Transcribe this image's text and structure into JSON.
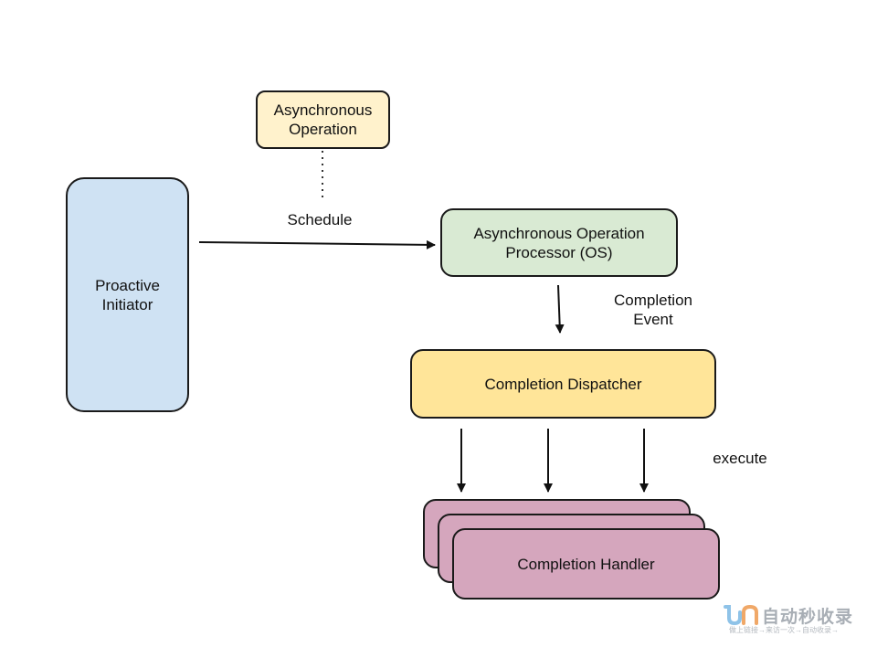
{
  "nodes": {
    "async_operation": {
      "label": "Asynchronous\nOperation",
      "fill": "#fff2cc"
    },
    "proactive_initiator": {
      "label": "Proactive\nInitiator",
      "fill": "#cfe2f3"
    },
    "processor": {
      "label": "Asynchronous Operation\nProcessor (OS)",
      "fill": "#d9ead3"
    },
    "dispatcher": {
      "label": "Completion Dispatcher",
      "fill": "#ffe599"
    },
    "handler": {
      "label": "Completion Handler",
      "fill": "#d5a6bd"
    }
  },
  "edges": {
    "schedule": "Schedule",
    "completion_event": "Completion\nEvent",
    "execute": "execute"
  },
  "watermark": {
    "title": "自动秒收录",
    "subtitle": "做上链接→来访一次→自动收录→"
  }
}
